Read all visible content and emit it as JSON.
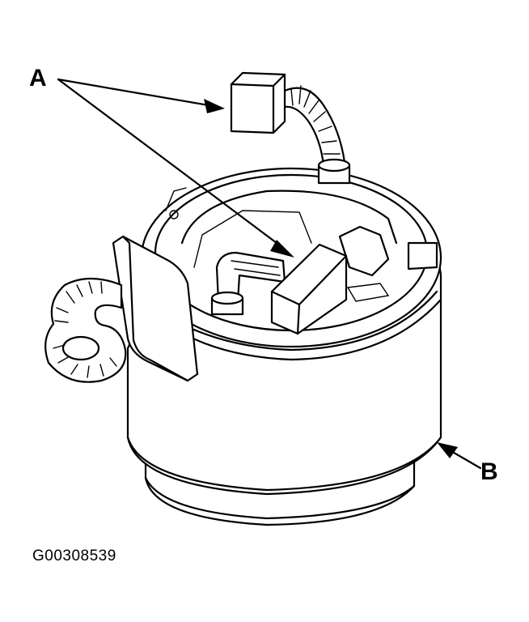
{
  "callouts": {
    "a": "A",
    "b": "B"
  },
  "figure_id": "G00308539"
}
